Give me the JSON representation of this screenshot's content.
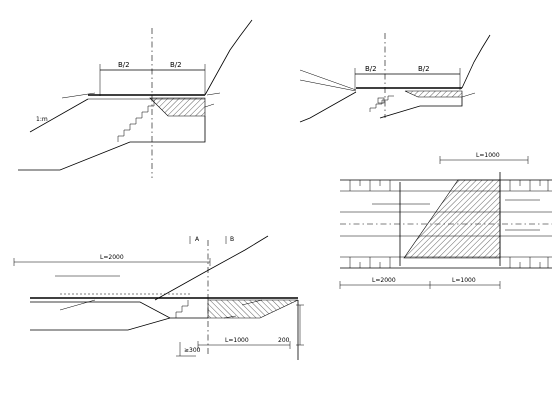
{
  "section_1": {
    "half_width_left": "B/2",
    "half_width_right": "B/2",
    "slope_ratio": "1:m"
  },
  "section_2": {
    "half_width_left": "B/2",
    "half_width_right": "B/2"
  },
  "section_3": {
    "section_mark_left": "A",
    "section_mark_right": "B",
    "length_top": "L=2000",
    "length_bottom": "L=1000",
    "dim_offset": "200",
    "dim_small": "≥300"
  },
  "plan": {
    "length_top": "L=1000",
    "length_bottom_left": "L=2000",
    "length_bottom_right": "L=1000"
  }
}
